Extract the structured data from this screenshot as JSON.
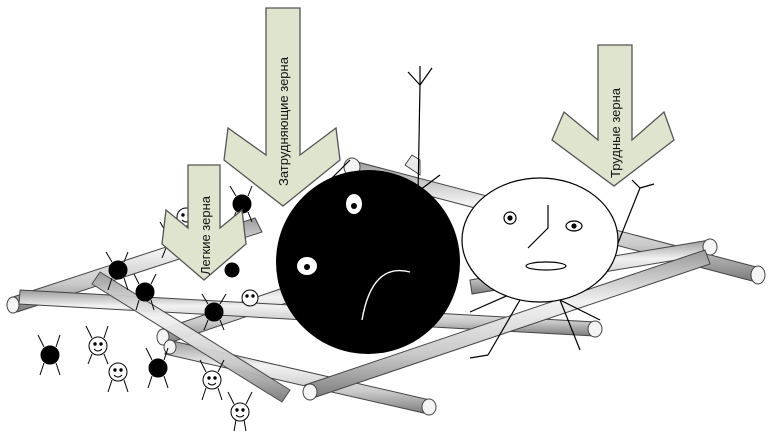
{
  "labels": {
    "light_grains": "Легкие зерна",
    "difficult_grains_hindering": "Затрудняющие зерна",
    "hard_grains": "Трудные зерна"
  },
  "colors": {
    "arrow_fill": "#dfe4cf",
    "arrow_stroke": "#555555",
    "grain_black": "#000000",
    "grain_white": "#ffffff",
    "rod_light": "#ececec",
    "rod_dark": "#8a8a8a"
  },
  "elements": {
    "rods": "sieve-grid-rods",
    "grains": [
      "small-black-grain",
      "small-white-grain",
      "large-black-grain",
      "large-white-grain"
    ]
  }
}
